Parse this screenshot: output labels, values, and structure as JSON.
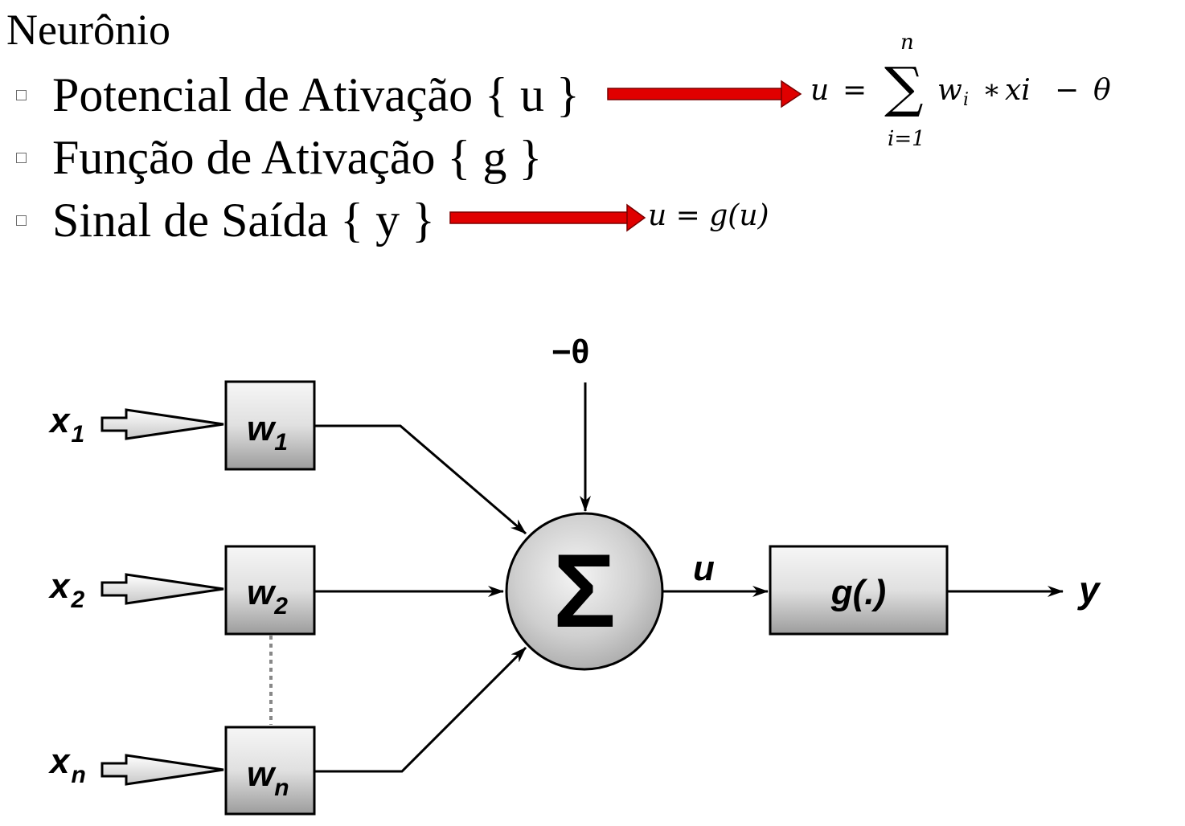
{
  "slide": {
    "title": "Neurônio",
    "bullets": [
      {
        "label": "Potencial de Ativação { u }"
      },
      {
        "label": "Função de Ativação { g }"
      },
      {
        "label": "Sinal de Saída { y }"
      }
    ],
    "formula_u": {
      "lhs": "u",
      "eq": "=",
      "sum_top": "n",
      "sum_symbol": "∑",
      "sum_bottom": "i=1",
      "w": "w",
      "w_sub": "i",
      "times": "∗",
      "xi": "xi",
      "minus": "−",
      "theta": "θ"
    },
    "formula_y": "u = g(u)",
    "arrow_color": "#e00000"
  },
  "diagram": {
    "bias_label": "−θ",
    "inputs": [
      {
        "x": "x",
        "x_sub": "1",
        "w": "w",
        "w_sub": "1"
      },
      {
        "x": "x",
        "x_sub": "2",
        "w": "w",
        "w_sub": "2"
      },
      {
        "x": "x",
        "x_sub": "n",
        "w": "w",
        "w_sub": "n"
      }
    ],
    "sum_symbol": "Σ",
    "u_label": "u",
    "activation_label": "g(.)",
    "output_label": "y"
  }
}
